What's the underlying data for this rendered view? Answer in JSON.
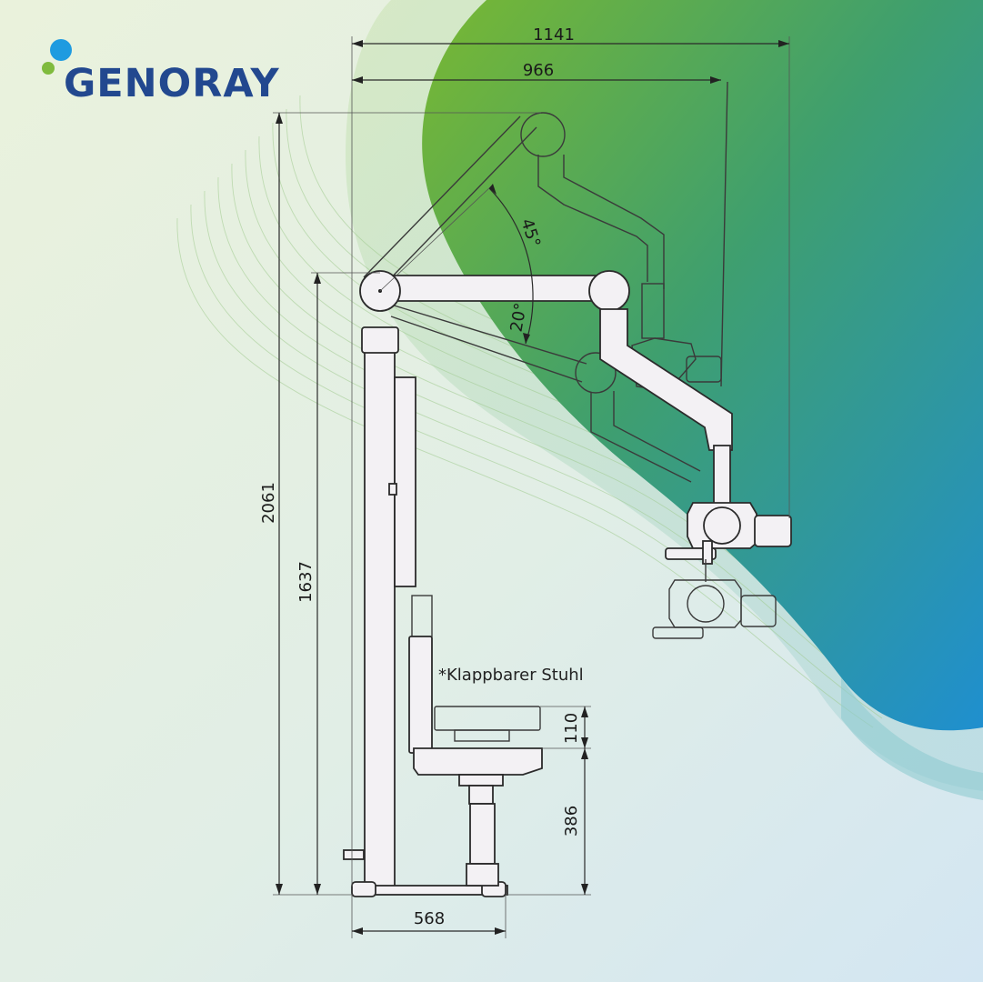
{
  "brand": {
    "name": "GENORAY",
    "colors": {
      "text": "#22488f",
      "dot_blue": "#1e9be0",
      "dot_green": "#7fbb3d"
    }
  },
  "note": "*Klappbarer Stuhl",
  "dimensions": {
    "total_width": "1141",
    "arm_reach": "966",
    "total_height": "2061",
    "pivot_height": "1637",
    "seat_adjust": "110",
    "seat_height": "386",
    "base_width": "568"
  },
  "angles": {
    "up": "45°",
    "down": "20°"
  },
  "colors": {
    "background": "#e6f0ea",
    "gradient_green": "#6fb43a",
    "gradient_teal": "#2a9e8f",
    "gradient_blue": "#1f8fcf"
  }
}
